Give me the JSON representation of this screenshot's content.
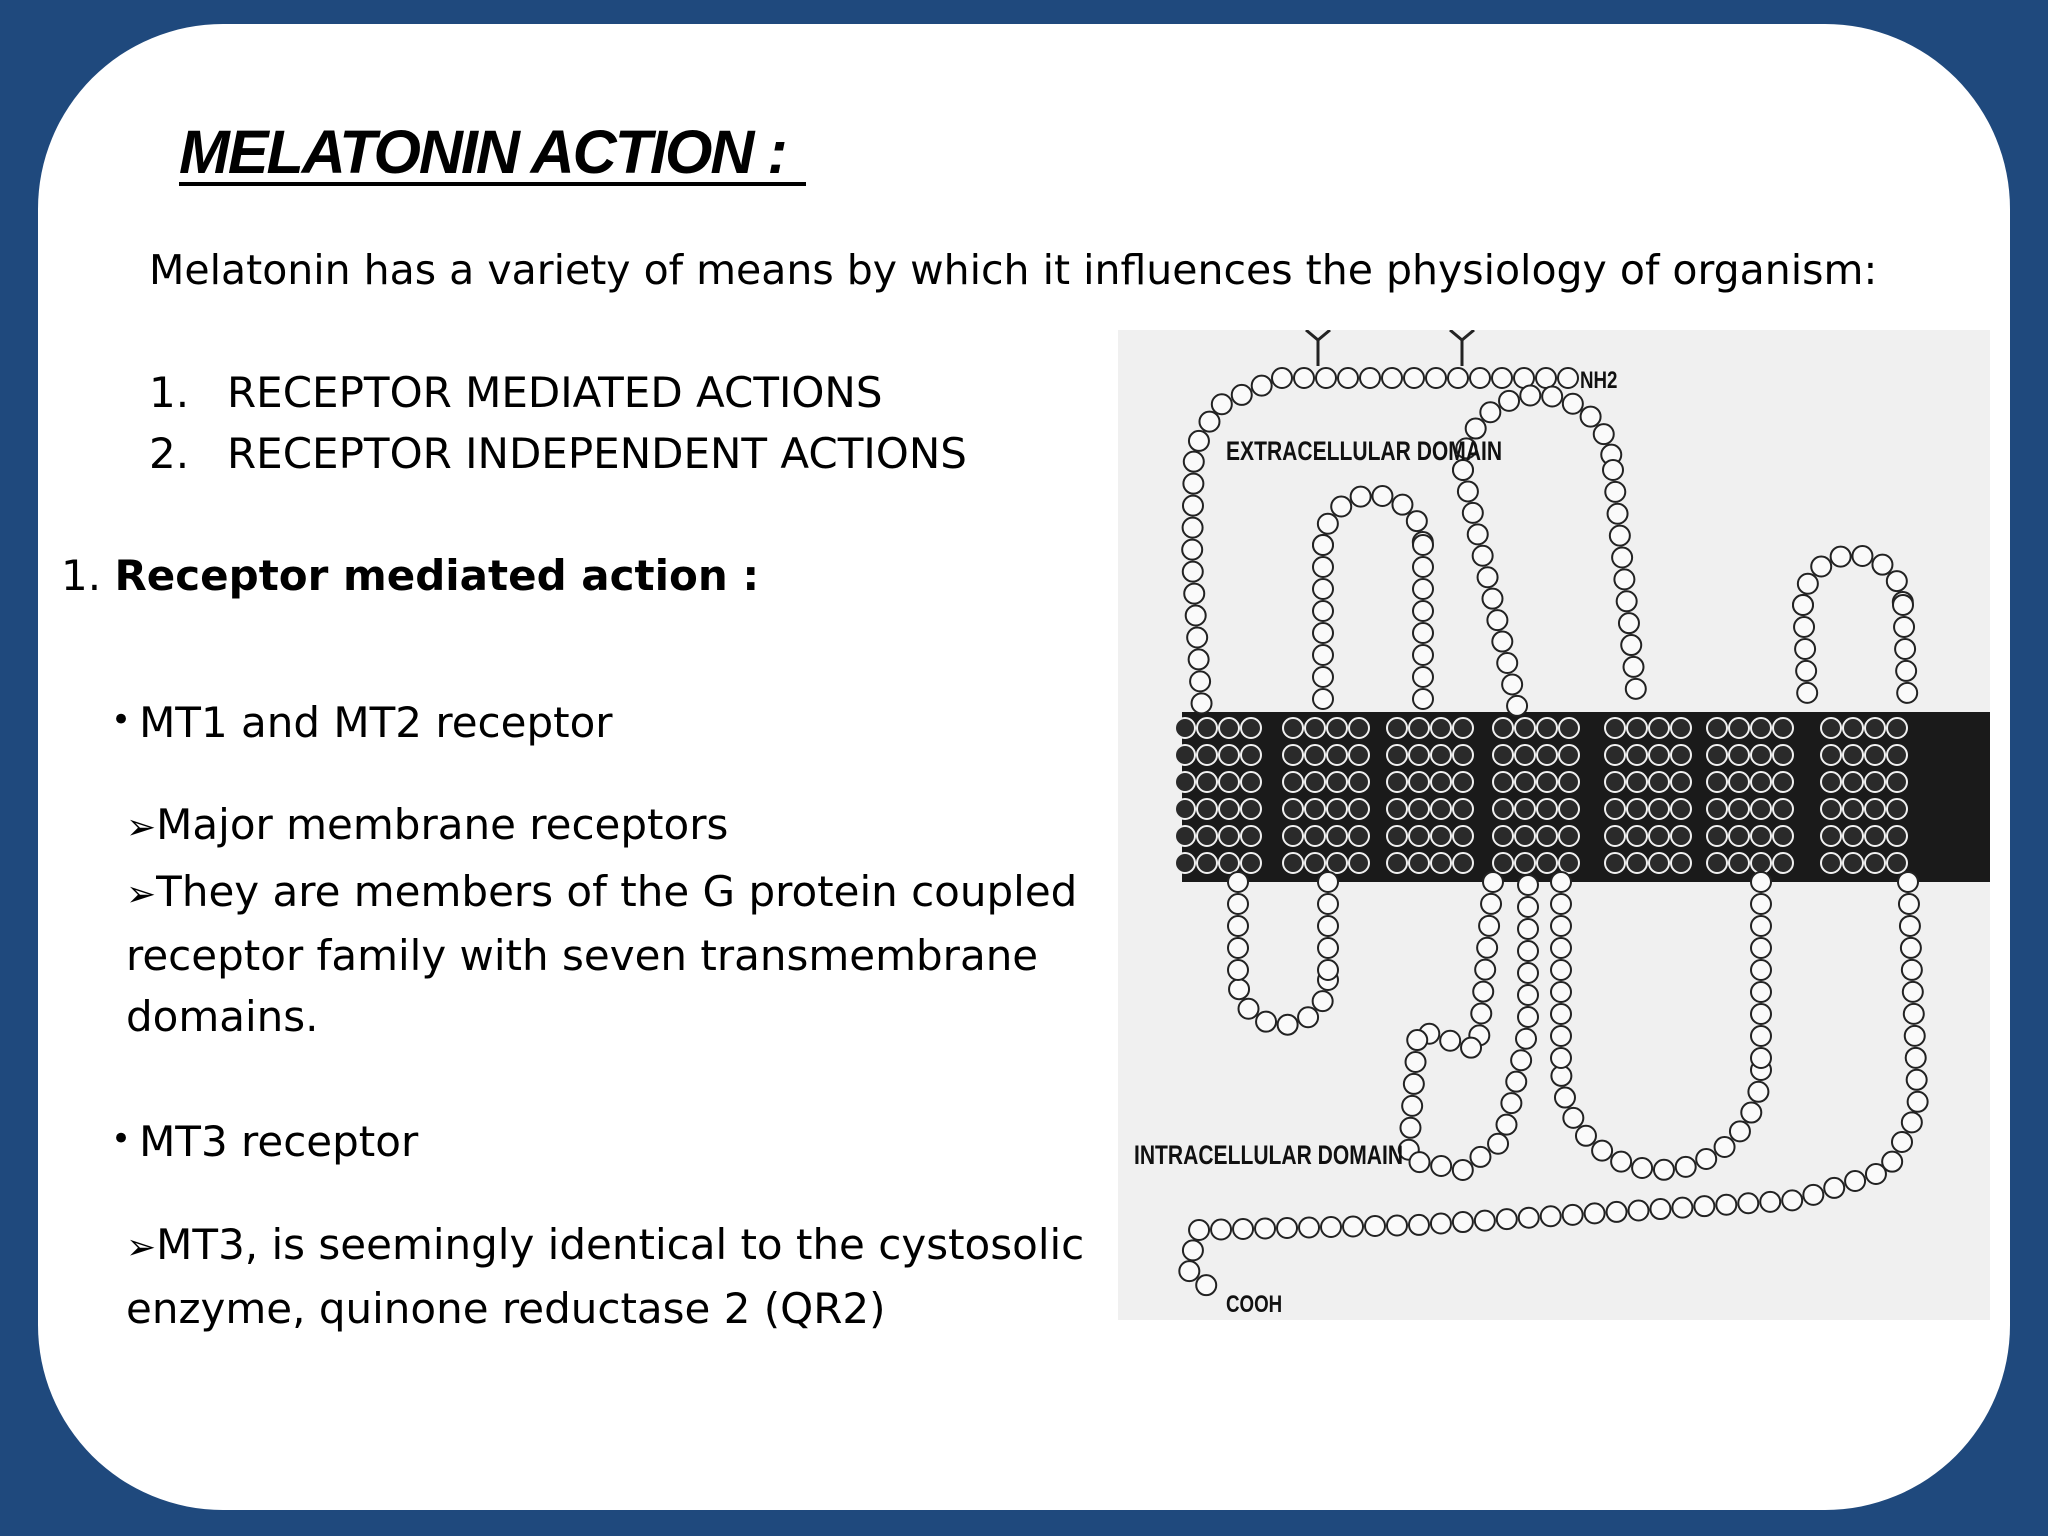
{
  "slide": {
    "title": "MELATONIN ACTION : ",
    "intro": "Melatonin  has a variety of means by which it influences the physiology of organism:",
    "list": [
      {
        "num": "1.",
        "label": "RECEPTOR MEDIATED ACTIONS"
      },
      {
        "num": "2.",
        "label": "RECEPTOR INDEPENDENT ACTIONS"
      }
    ],
    "section1": {
      "num": "1.",
      "label": "Receptor mediated action :"
    },
    "bullet1": "MT1  and  MT2 receptor",
    "arrow1": "Major membrane receptors",
    "arrow2": "They are members of the G protein coupled receptor family with seven transmembrane domains.",
    "bullet2": "MT3 receptor",
    "arrow3": "MT3, is seemingly identical to the cystosolic enzyme, quinone reductase 2 (QR2)",
    "bullet_symbol": "•",
    "arrow_symbol": "➢"
  },
  "diagram": {
    "extracellular_label": "EXTRACELLULAR DOMAIN",
    "intracellular_label": "INTRACELLULAR DOMAIN",
    "n_terminus": "NH2",
    "c_terminus": "COOH"
  },
  "colors": {
    "frame": "#1f497d",
    "card": "#ffffff",
    "membrane": "#1a1a1a"
  }
}
